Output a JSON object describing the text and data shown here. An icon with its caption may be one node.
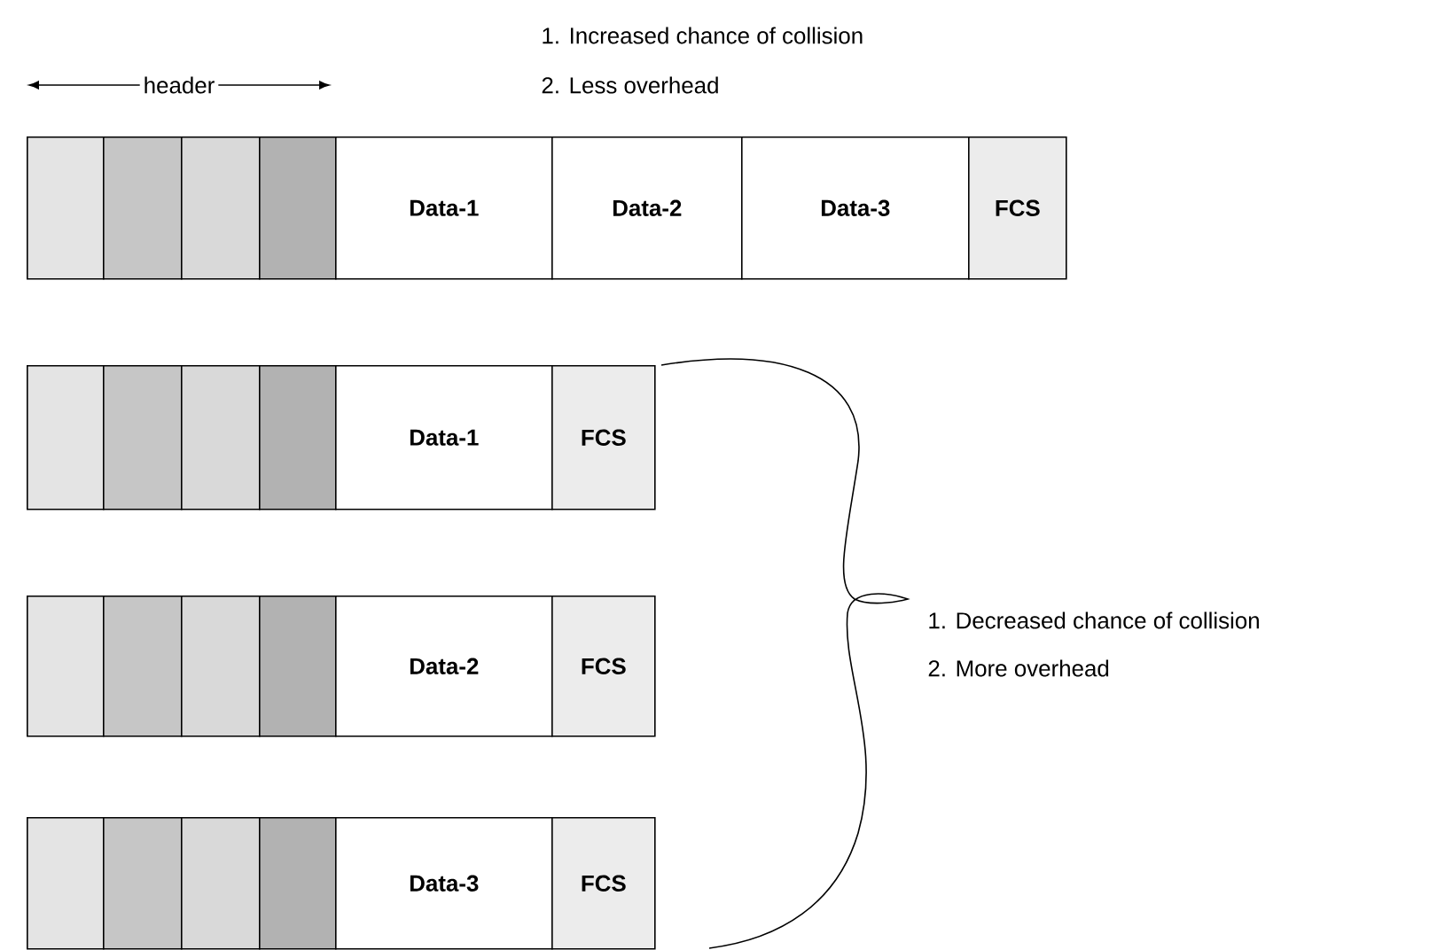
{
  "diagram": {
    "nodes": [
      {
        "text": [],
        "shape": "box"
      },
      {
        "text": [],
        "shape": "box"
      },
      {
        "text": [],
        "shape": "box"
      },
      {
        "text": [],
        "shape": "box"
      },
      {
        "text": [
          "Data-1"
        ]
      },
      {
        "text": [
          "Data-2"
        ]
      },
      {
        "text": [
          "Data-3"
        ]
      },
      {
        "text": [
          "FCS"
        ]
      },
      {
        "text": [],
        "shape": "box"
      },
      {
        "text": [],
        "shape": "box"
      },
      {
        "text": [],
        "shape": "box"
      },
      {
        "text": [],
        "shape": "box"
      },
      {
        "text": [
          "Data-1"
        ]
      },
      {
        "text": [
          "FCS"
        ]
      },
      {
        "text": [],
        "shape": "box"
      },
      {
        "text": [],
        "shape": "box"
      },
      {
        "text": [],
        "shape": "box"
      },
      {
        "text": [],
        "shape": "box"
      },
      {
        "text": [
          "Data-2"
        ]
      },
      {
        "text": [
          "FCS"
        ]
      },
      {
        "text": [],
        "shape": "box"
      },
      {
        "text": [],
        "shape": "box"
      },
      {
        "text": [],
        "shape": "box"
      },
      {
        "text": [],
        "shape": "box"
      },
      {
        "text": [
          "Data-3"
        ]
      },
      {
        "text": [
          "FCS"
        ]
      }
    ],
    "labels": [
      "header",
      "1. Increased chance of collision",
      "2. Less overhead",
      "1. Decreased chance of collision",
      "2. More overhead"
    ]
  }
}
